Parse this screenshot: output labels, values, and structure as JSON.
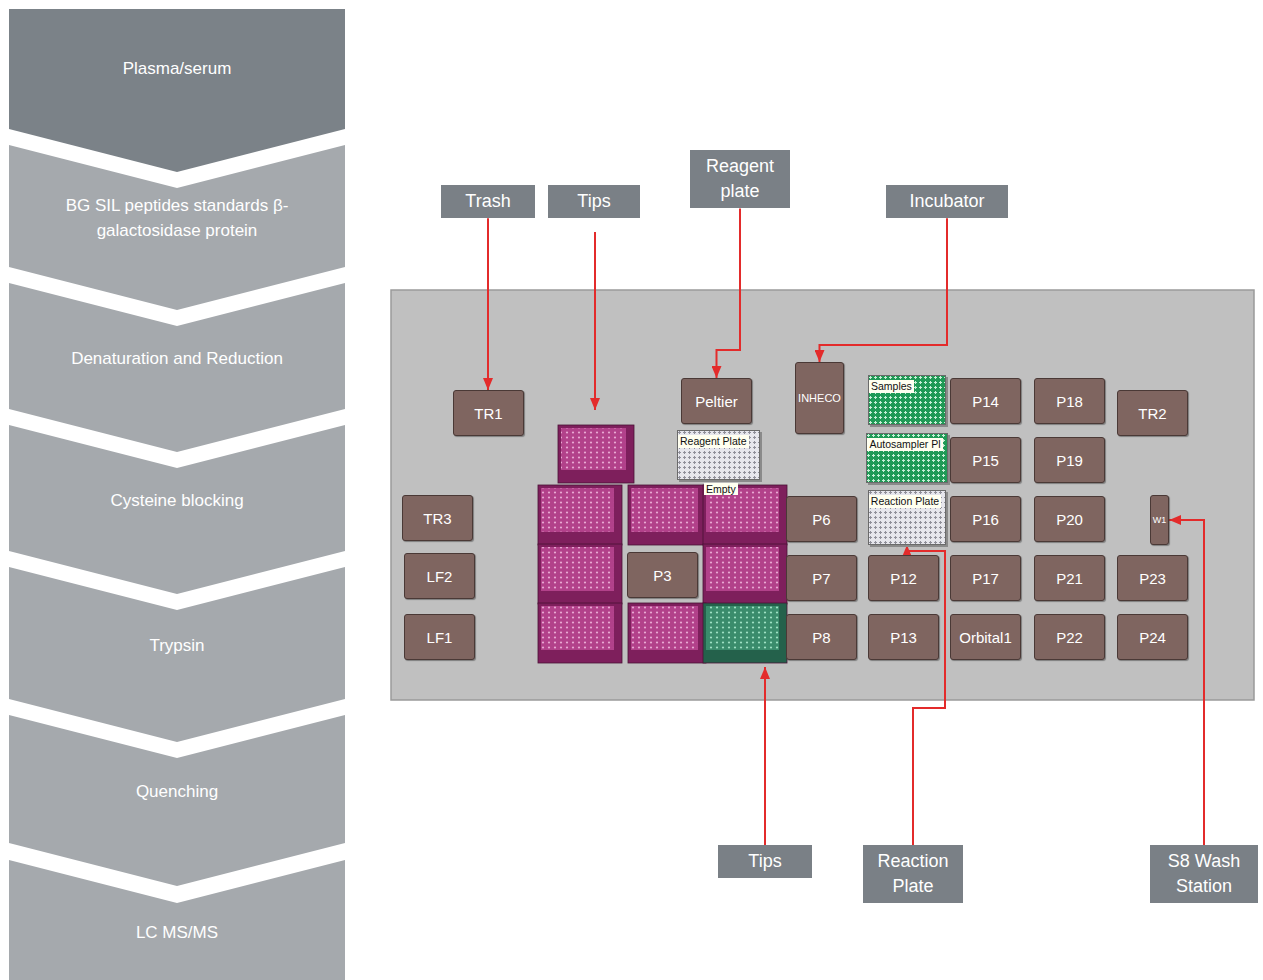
{
  "diagram": {
    "nodes": [
      {
        "text": [
          "Plasma/serum"
        ]
      },
      {
        "text": [
          "BG SIL peptides standards β-galactosidase protein"
        ]
      },
      {
        "text": [
          "Denaturation and Reduction"
        ]
      },
      {
        "text": [
          "Cysteine blocking"
        ]
      },
      {
        "text": [
          "Trypsin"
        ]
      },
      {
        "text": [
          "Quenching"
        ]
      },
      {
        "text": [
          "LC MS/MS"
        ]
      },
      {
        "text": [
          "Trash"
        ]
      },
      {
        "text": [
          "Tips"
        ]
      },
      {
        "text": [
          "Reagent plate"
        ]
      },
      {
        "text": [
          "Incubator"
        ]
      },
      {
        "text": [
          "TR1"
        ]
      },
      {
        "text": [
          "Peltier"
        ]
      },
      {
        "text": [
          "INHECO"
        ]
      },
      {
        "text": [
          "Samples"
        ]
      },
      {
        "text": [
          "P14"
        ]
      },
      {
        "text": [
          "P18"
        ]
      },
      {
        "text": [
          "TR2"
        ]
      },
      {
        "text": [
          "Reagent Plate"
        ]
      },
      {
        "text": [
          "Autosampler Pl"
        ]
      },
      {
        "text": [
          "P15"
        ]
      },
      {
        "text": [
          "P19"
        ]
      },
      {
        "text": [
          "TR3"
        ]
      },
      {
        "text": [
          "P6"
        ]
      },
      {
        "text": [
          "Reaction Plate"
        ]
      },
      {
        "text": [
          "P16"
        ]
      },
      {
        "text": [
          "P20"
        ]
      },
      {
        "text": [
          "W1"
        ]
      },
      {
        "text": [
          "LF2"
        ]
      },
      {
        "text": [
          "P3"
        ]
      },
      {
        "text": [
          "P7"
        ]
      },
      {
        "text": [
          "P12"
        ]
      },
      {
        "text": [
          "P17"
        ]
      },
      {
        "text": [
          "P21"
        ]
      },
      {
        "text": [
          "P23"
        ]
      },
      {
        "text": [
          "LF1"
        ]
      },
      {
        "text": [
          "P8"
        ]
      },
      {
        "text": [
          "P13"
        ]
      },
      {
        "text": [
          "Orbital1"
        ]
      },
      {
        "text": [
          "P22"
        ]
      },
      {
        "text": [
          "P24"
        ]
      },
      {
        "text": [
          "Tips"
        ]
      },
      {
        "text": [
          "Reaction Plate"
        ]
      },
      {
        "text": [
          "S8 Wash Station"
        ]
      }
    ],
    "edges": [
      {
        "from": 7,
        "to": 11,
        "arrow": "to"
      },
      {
        "from": 9,
        "to": 12,
        "arrow": "to"
      },
      {
        "from": 10,
        "to": 13,
        "arrow": "to"
      },
      {
        "from": 42,
        "to": 24,
        "arrow": "to"
      },
      {
        "from": 43,
        "to": 27,
        "arrow": "to"
      }
    ],
    "labels": [
      "Empty"
    ]
  }
}
